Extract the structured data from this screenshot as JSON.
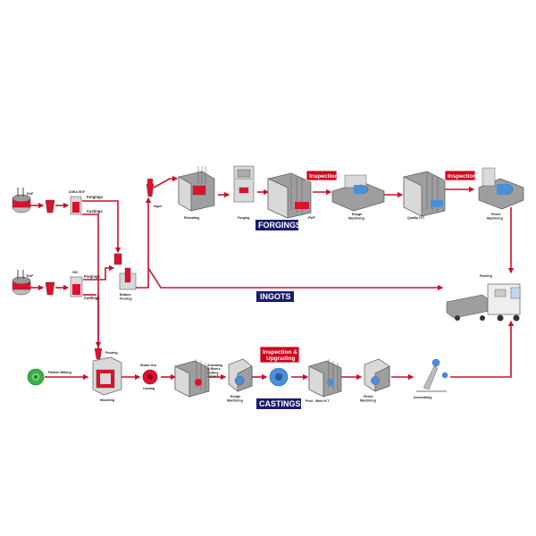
{
  "colors": {
    "flow": "#c8102e",
    "section_bg": "#1a1a6e",
    "inspection_bg": "#d0021b",
    "hot_metal": "#e0102a",
    "machined_part": "#4a90d9",
    "pattern": "#3cb043"
  },
  "labels": {
    "eaf_top": "EAF",
    "asea_skf": "ASEA SKF",
    "forgings_branch": "Forgings",
    "castings_branch_top": "Castings",
    "eaf_bottom": "EAF",
    "vid": "VID",
    "forgings_branch2": "Forgings",
    "castings_branch2": "Castings",
    "ingot": "Ingot",
    "bottom_pouring": "Bottom\nPouring",
    "reheating": "Reheating",
    "forging": "Forging",
    "pwt": "PWT",
    "rough_machining_top": "Rough\nMachining",
    "quality_ht": "Quality H.T.",
    "finish_machining_top": "Finish\nMachining",
    "packing": "Packing",
    "pattern_making": "Pattern Making",
    "pouring": "Pouring",
    "moulding": "Moulding",
    "shake_out": "Shake Out",
    "casting": "Casting",
    "annealing": "Annealing\n& Risers\nCutting\n+ Q.H.T.",
    "rough_machining_bottom": "Rough\nMachining",
    "post_weld_ht": "Post - Weld H.T.",
    "finish_machining_bottom": "Finish\nMachining",
    "assembling": "Assembling"
  },
  "badges": {
    "inspection_1": "Inspection",
    "inspection_2": "Inspection",
    "inspection_upgrading": "Inspection &\nUpgrading"
  },
  "sections": {
    "forgings": "FORGINGS",
    "ingots": "INGOTS",
    "castings": "CASTINGS"
  }
}
